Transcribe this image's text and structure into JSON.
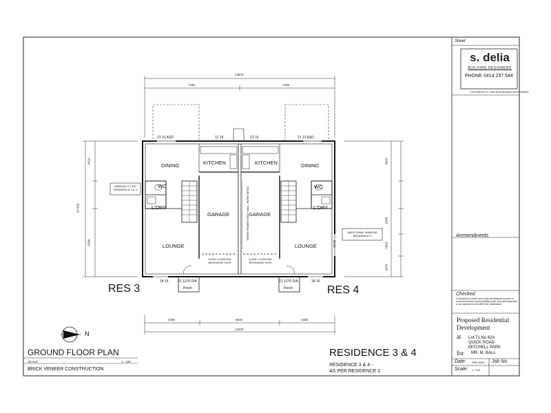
{
  "sheet": {
    "sheet_label": "Sheet",
    "company_logo": "s. delia",
    "company_sub": "BUILDING DESIGNERS",
    "phone_label": "PHONE",
    "phone": "0414 297 544",
    "copyright": "COPYRIGHT S. DELIA BUILDING DESIGNERS",
    "amendments_label": "Ammendments",
    "checked_label": "Checked",
    "checked_note": "Contractor to check and verify all dimensions prior to commencement of any building work. Any discrepancies to be reported to the office for clarification.",
    "project": "Proposed Residential Development",
    "at_label": "at",
    "address_1": "Lot 71 No 42A",
    "address_2": "QUICK ROAD",
    "address_3": "MITCHELL PARK",
    "for_label": "for",
    "client": "MR. M. BALL",
    "date_label": "Date:",
    "date_value": "FEB 2008",
    "job_label": "Job No.",
    "scale_label": "Scale:",
    "scale_value": "1 : 100"
  },
  "plan": {
    "title": "GROUND FLOOR PLAN",
    "scale_label": "SCALE",
    "scale_value": "1 : 100",
    "construction": "BRICK VENEER CONSTRUCTION",
    "north": "N",
    "res3": "RES 3",
    "res4": "RES 4",
    "residence_title": "RESIDENCE 3 & 4",
    "residence_note_1": "RESIDENCE 3 & 4 -",
    "residence_note_2": "AS PER RESIDENCE  2",
    "window_note_left": "WINDOW TO WC RESIDENCE 3 & 4",
    "window_note_right": "ADDITIONAL WINDOW RESIDENCE 4",
    "party_wall": "TIMBER FRAMED PARTY WALL - REFER DETAIL",
    "garage_opening": "2410W x 2130H RAD BRICKWORK OVER",
    "porch_door": "21 1270 D/A"
  },
  "rooms": {
    "dining": "DINING",
    "kitchen": "KITCHEN",
    "wc": "WC",
    "ldry": "L'DRY",
    "garage": "GARAGE",
    "lounge": "LOUNGE",
    "porch": "Porch"
  },
  "dims": {
    "overall": "14870",
    "half": "7435",
    "b1": "4430",
    "b2": "6010",
    "left_overall": "10 910",
    "left_a": "3410",
    "left_b": "5330",
    "right_a": "3410",
    "right_b": "1850",
    "right_c": "1810",
    "right_d": "1870",
    "win1": "21 21 ASD",
    "win2": "12 15",
    "win3": "18 15",
    "win4": "18 06"
  }
}
